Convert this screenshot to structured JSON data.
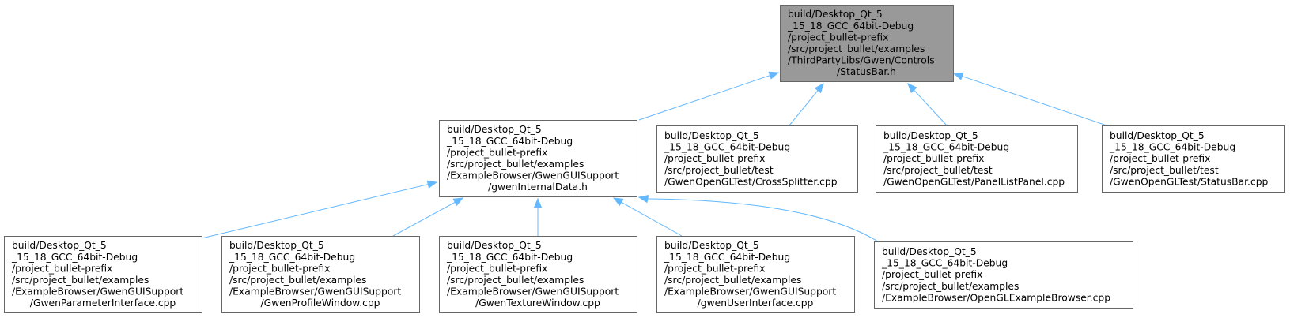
{
  "nodes": [
    {
      "id": "statusbar_h",
      "root": true,
      "lines": [
        "build/Desktop_Qt_5",
        "_15_18_GCC_64bit-Debug",
        "/project_bullet-prefix",
        "/src/project_bullet/examples",
        "/ThirdPartyLibs/Gwen/Controls",
        "/StatusBar.h"
      ]
    },
    {
      "id": "gweninternaldata_h",
      "lines": [
        "build/Desktop_Qt_5",
        "_15_18_GCC_64bit-Debug",
        "/project_bullet-prefix",
        "/src/project_bullet/examples",
        "/ExampleBrowser/GwenGUISupport",
        "/gwenInternalData.h"
      ]
    },
    {
      "id": "crosssplitter_cpp",
      "lines": [
        "build/Desktop_Qt_5",
        "_15_18_GCC_64bit-Debug",
        "/project_bullet-prefix",
        "/src/project_bullet/test",
        "/GwenOpenGLTest/CrossSplitter.cpp"
      ]
    },
    {
      "id": "panellistpanel_cpp",
      "lines": [
        "build/Desktop_Qt_5",
        "_15_18_GCC_64bit-Debug",
        "/project_bullet-prefix",
        "/src/project_bullet/test",
        "/GwenOpenGLTest/PanelListPanel.cpp"
      ]
    },
    {
      "id": "statusbar_cpp",
      "lines": [
        "build/Desktop_Qt_5",
        "_15_18_GCC_64bit-Debug",
        "/project_bullet-prefix",
        "/src/project_bullet/test",
        "/GwenOpenGLTest/StatusBar.cpp"
      ]
    },
    {
      "id": "gwenparameterinterface_cpp",
      "lines": [
        "build/Desktop_Qt_5",
        "_15_18_GCC_64bit-Debug",
        "/project_bullet-prefix",
        "/src/project_bullet/examples",
        "/ExampleBrowser/GwenGUISupport",
        "/GwenParameterInterface.cpp"
      ]
    },
    {
      "id": "gwenprofilewindow_cpp",
      "lines": [
        "build/Desktop_Qt_5",
        "_15_18_GCC_64bit-Debug",
        "/project_bullet-prefix",
        "/src/project_bullet/examples",
        "/ExampleBrowser/GwenGUISupport",
        "/GwenProfileWindow.cpp"
      ]
    },
    {
      "id": "gwentexturewindow_cpp",
      "lines": [
        "build/Desktop_Qt_5",
        "_15_18_GCC_64bit-Debug",
        "/project_bullet-prefix",
        "/src/project_bullet/examples",
        "/ExampleBrowser/GwenGUISupport",
        "/GwenTextureWindow.cpp"
      ]
    },
    {
      "id": "gwenuserinterface_cpp",
      "lines": [
        "build/Desktop_Qt_5",
        "_15_18_GCC_64bit-Debug",
        "/project_bullet-prefix",
        "/src/project_bullet/examples",
        "/ExampleBrowser/GwenGUISupport",
        "/gwenUserInterface.cpp"
      ]
    },
    {
      "id": "openglexamplebrowser_cpp",
      "lines": [
        "build/Desktop_Qt_5",
        "_15_18_GCC_64bit-Debug",
        "/project_bullet-prefix",
        "/src/project_bullet/examples",
        "/ExampleBrowser/OpenGLExampleBrowser.cpp"
      ]
    }
  ],
  "edges": [
    {
      "from": "gweninternaldata_h",
      "to": "statusbar_h"
    },
    {
      "from": "crosssplitter_cpp",
      "to": "statusbar_h"
    },
    {
      "from": "panellistpanel_cpp",
      "to": "statusbar_h"
    },
    {
      "from": "statusbar_cpp",
      "to": "statusbar_h"
    },
    {
      "from": "gwenparameterinterface_cpp",
      "to": "gweninternaldata_h"
    },
    {
      "from": "gwenprofilewindow_cpp",
      "to": "gweninternaldata_h"
    },
    {
      "from": "gwentexturewindow_cpp",
      "to": "gweninternaldata_h"
    },
    {
      "from": "gwenuserinterface_cpp",
      "to": "gweninternaldata_h"
    },
    {
      "from": "openglexamplebrowser_cpp",
      "to": "gweninternaldata_h"
    }
  ],
  "colors": {
    "root_fill": "#999999",
    "node_fill": "#ffffff",
    "node_border": "#666666",
    "edge": "#63b8ff",
    "text": "#000000"
  }
}
